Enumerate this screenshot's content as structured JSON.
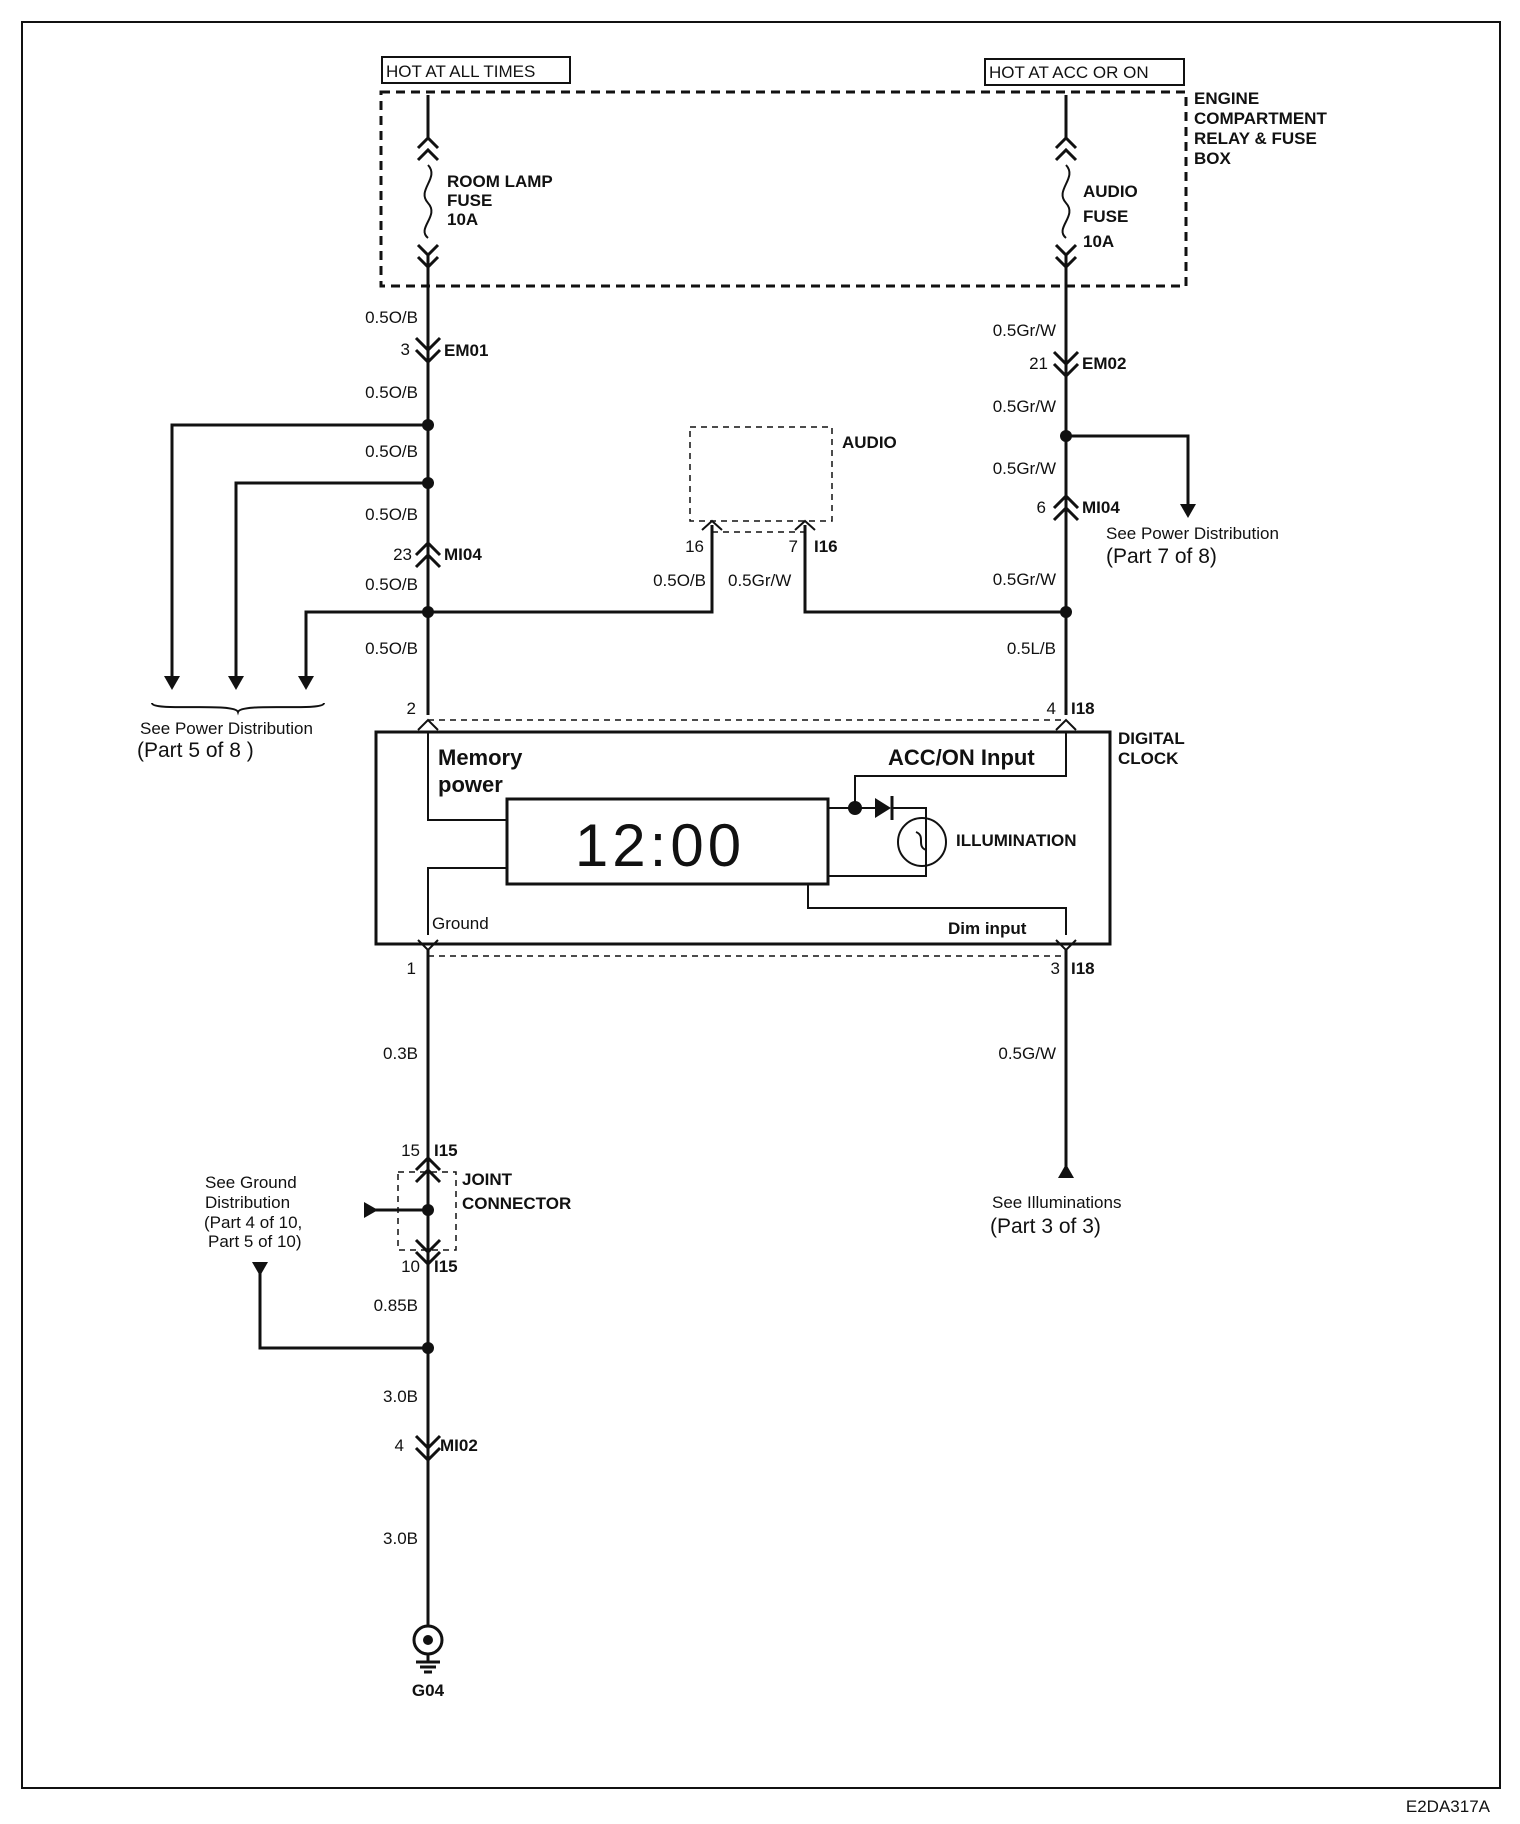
{
  "hot_labels": {
    "all_times": "HOT AT ALL TIMES",
    "acc_on": "HOT AT ACC OR ON"
  },
  "fuse_box": {
    "line1": "ENGINE",
    "line2": "COMPARTMENT",
    "line3": "RELAY & FUSE",
    "line4": "BOX"
  },
  "room_lamp_fuse": {
    "l1": "ROOM LAMP",
    "l2": "FUSE",
    "l3": "10A"
  },
  "audio_fuse": {
    "l1": "AUDIO",
    "l2": "FUSE",
    "l3": "10A"
  },
  "left_branch": {
    "w1": "0.5O/B",
    "pin_em01": "3",
    "em01": "EM01",
    "w2": "0.5O/B",
    "w3": "0.5O/B",
    "w4": "0.5O/B",
    "pin_mi04": "23",
    "mi04": "MI04",
    "w5": "0.5O/B",
    "w6": "0.5O/B",
    "pin_i18": "2"
  },
  "right_branch": {
    "w1": "0.5Gr/W",
    "pin_em02": "21",
    "em02": "EM02",
    "w2": "0.5Gr/W",
    "w3": "0.5Gr/W",
    "pin_mi04": "6",
    "mi04": "MI04",
    "w4": "0.5Gr/W",
    "w5": "0.5L/B",
    "pin_i18": "4",
    "i18": "I18"
  },
  "power_dist_left": {
    "l1": "See Power Distribution",
    "l2": "(Part 5 of 8  )"
  },
  "power_dist_right": {
    "l1": "See Power Distribution",
    "l2": "(Part 7 of 8)"
  },
  "audio": {
    "label": "AUDIO",
    "pin_a": "16",
    "pin_b": "7",
    "conn": "I16",
    "wire_a": "0.5O/B",
    "wire_b": "0.5Gr/W"
  },
  "clock": {
    "title1": "DIGITAL",
    "title2": "CLOCK",
    "memory1": "Memory",
    "memory2": "power",
    "acc_on": "ACC/ON Input",
    "display": "12:00",
    "illumination": "ILLUMINATION",
    "ground": "Ground",
    "dim": "Dim input"
  },
  "lower_left": {
    "pin1": "1",
    "w1": "0.3B",
    "pin15": "15",
    "i15_top": "I15",
    "joint1": "JOINT",
    "joint2": "CONNECTOR",
    "pin10": "10",
    "i15_bot": "I15",
    "w2": "0.85B",
    "w3": "3.0B",
    "pin4": "4",
    "mi02": "MI02",
    "w4": "3.0B",
    "ground": "G04"
  },
  "ground_dist": {
    "l1": "See Ground",
    "l2": "Distribution",
    "l3": "(Part 4 of 10,",
    "l4": "Part 5 of 10)"
  },
  "lower_right": {
    "pin3": "3",
    "i18": "I18",
    "w1": "0.5G/W",
    "illum1": "See Illuminations",
    "illum2": "(Part 3 of 3)"
  },
  "figure_code": "E2DA317A"
}
